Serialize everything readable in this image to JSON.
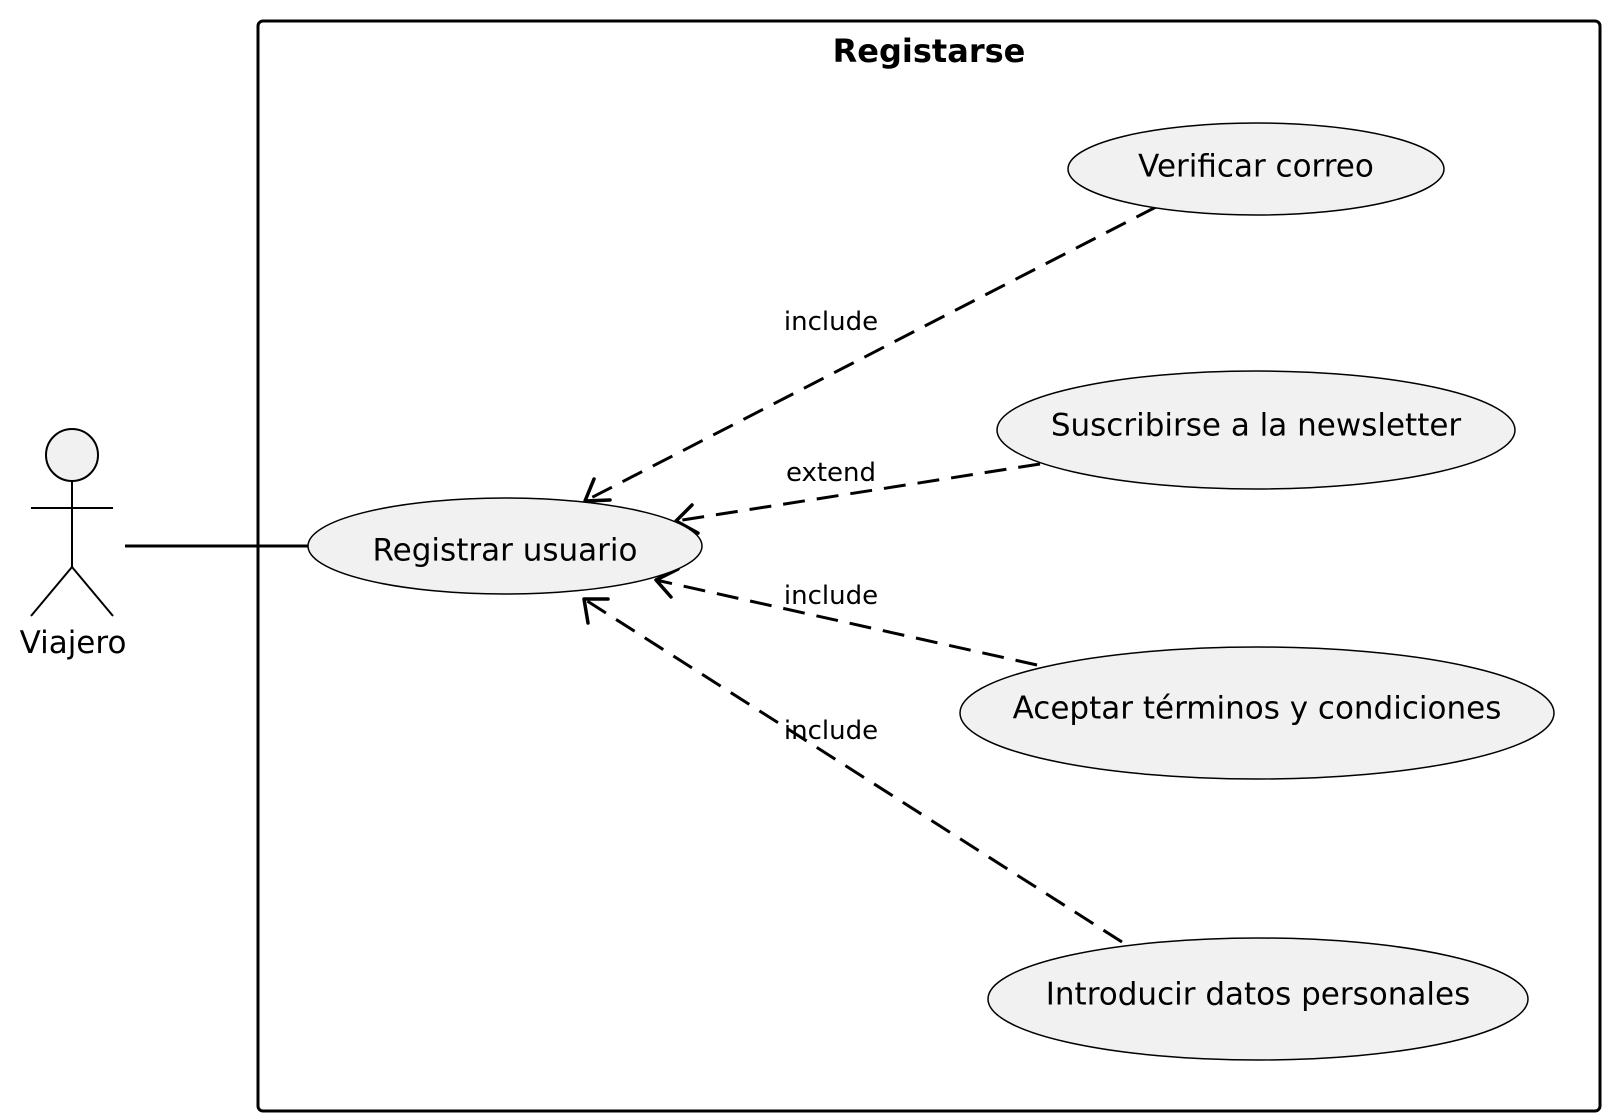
{
  "system": {
    "title": "Registarse"
  },
  "actor": {
    "name": "Viajero"
  },
  "use_cases": {
    "main": "Registrar usuario",
    "verify": "Verificar correo",
    "newsletter": "Suscribirse a la newsletter",
    "terms": "Aceptar términos y condiciones",
    "personal": "Introducir datos personales"
  },
  "relations": {
    "verify": "include",
    "newsletter": "extend",
    "terms": "include",
    "personal": "include"
  },
  "colors": {
    "usecase_fill": "#f1f1f1",
    "stroke": "#000000",
    "background": "#ffffff"
  }
}
